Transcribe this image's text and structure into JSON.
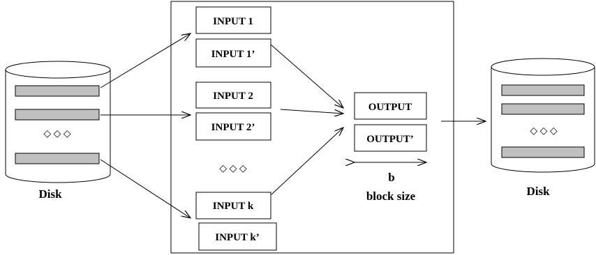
{
  "input_buffers": [
    "INPUT 1",
    "INPUT 1’",
    "INPUT 2",
    "INPUT 2’",
    "INPUT k",
    "INPUT k’"
  ],
  "output_buffers": [
    "OUTPUT",
    "OUTPUT’"
  ],
  "block_size": {
    "symbol": "b",
    "label": "block size"
  },
  "left_disk": {
    "label": "Disk"
  },
  "right_disk": {
    "label": "Disk"
  },
  "ellipsis": "◇ ◇ ◇",
  "colors": {
    "record_fill": "#c0c0c0",
    "stroke": "#000000",
    "background": "#ffffff"
  }
}
